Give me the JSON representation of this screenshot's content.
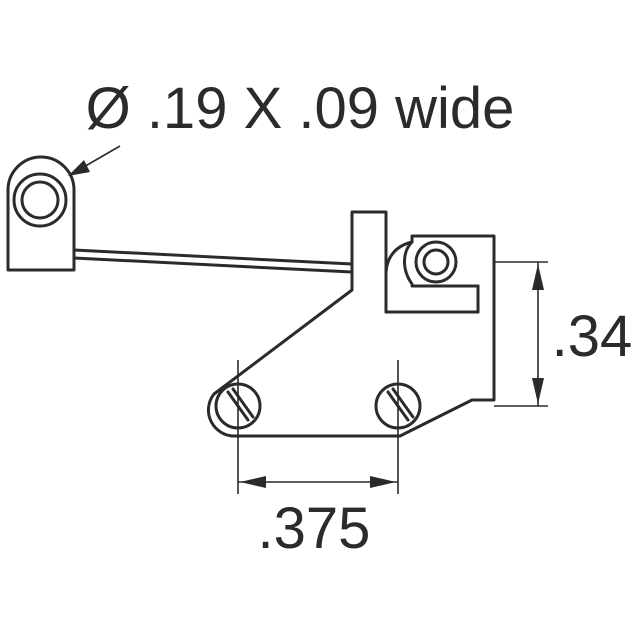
{
  "callouts": {
    "roller_spec": "Ø .19 X .09 wide"
  },
  "dimensions": {
    "height_label": ".34",
    "spacing_label": ".375"
  },
  "colors": {
    "line": "#2b2b2b",
    "background": "#ffffff"
  }
}
